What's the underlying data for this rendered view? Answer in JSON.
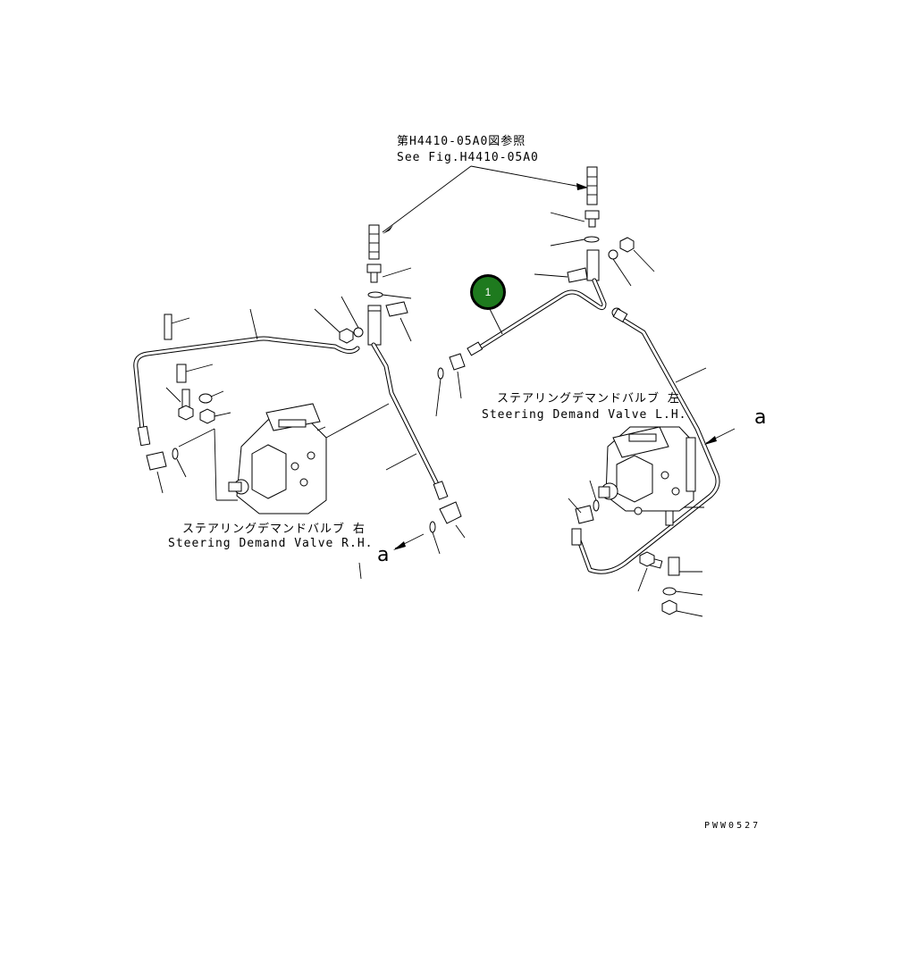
{
  "references": {
    "jp": "第H4410-05A0図参照",
    "en": "See Fig.H4410-05A0"
  },
  "labels": {
    "lh_jp": "ステアリングデマンドバルブ 左",
    "lh_en": "Steering Demand Valve L.H.",
    "rh_jp": "ステアリングデマンドバルブ 右",
    "rh_en": "Steering Demand Valve R.H.",
    "marker_a_right": "a",
    "marker_a_left": "a"
  },
  "callout": {
    "number": "1",
    "color": "#1e7a1e"
  },
  "drawing_code": "PWW0527"
}
